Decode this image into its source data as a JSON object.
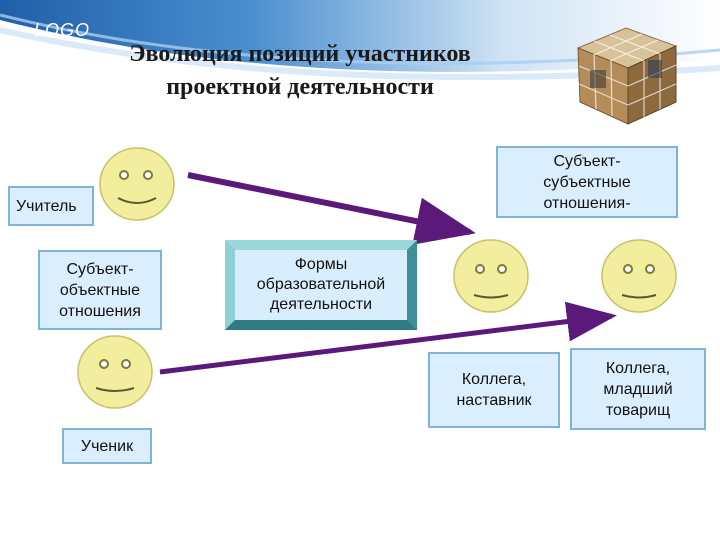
{
  "header": {
    "logo": "LOGO",
    "title_line1": "Эволюция позиций участников",
    "title_line2": "проектной деятельности"
  },
  "labels": {
    "teacher": "Учитель",
    "subject_object": "Субъект-\nобъектные\nотношения",
    "forms": "Формы\nобразовательной\nдеятельности",
    "subject_subject": "Субъект-\nсубъектные\nотношения-",
    "colleague_mentor": "Коллега,\nнаставник",
    "colleague_junior": "Коллега,\nмладший\nтоварищ",
    "student": "Ученик"
  },
  "colors": {
    "header_blue": "#2a6fb8",
    "box_fill": "#dbeefe",
    "box_border": "#7fb3d8",
    "face_fill": "#f3ee9e",
    "face_stroke": "#c9c06a",
    "eye": "#7d7a3b",
    "arrow": "#5b1a7a"
  },
  "icons": [
    "logo-cube-icon",
    "smiley-face-icon",
    "arrow-icon"
  ]
}
